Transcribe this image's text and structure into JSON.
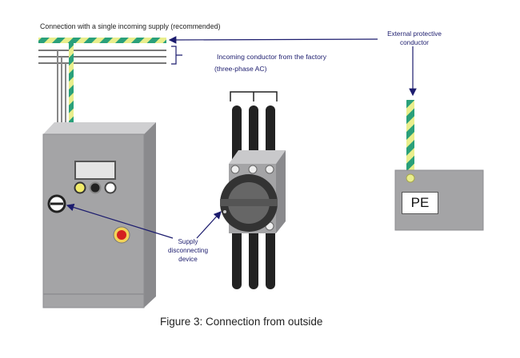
{
  "labels": {
    "top_title": "Connection with a single incoming supply (recommended)",
    "incoming_line1": "Incoming conductor from the factory",
    "incoming_line2": "(three-phase AC)",
    "external_line1": "External protective",
    "external_line2": "conductor",
    "supply_line1": "Supply",
    "supply_line2": "disconnecting",
    "supply_line3": "device",
    "pe": "PE",
    "caption": "Figure 3: Connection from outside"
  },
  "colors": {
    "annotation_blue": "#1c1c6e",
    "cabinet_gray": "#a4a4a6",
    "conductor_green": "#2aa07a",
    "conductor_yellow": "#e9ee8c",
    "bus_black": "#222222",
    "emergency_red": "#d42020"
  }
}
